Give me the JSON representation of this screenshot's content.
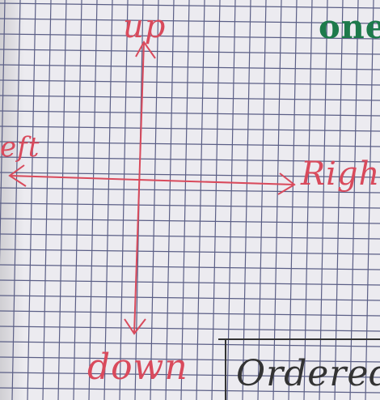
{
  "diagram": {
    "labels": {
      "up": "up",
      "left": "eft",
      "right": "Right",
      "down": "down",
      "green_heading": "one",
      "box_text": "Ordered p"
    }
  },
  "colors": {
    "paper": "#ecebf0",
    "grid_line": "#5b5f86",
    "red_ink": "#d94a5c",
    "green_ink": "#1d7a4b",
    "black_ink": "#333333"
  }
}
